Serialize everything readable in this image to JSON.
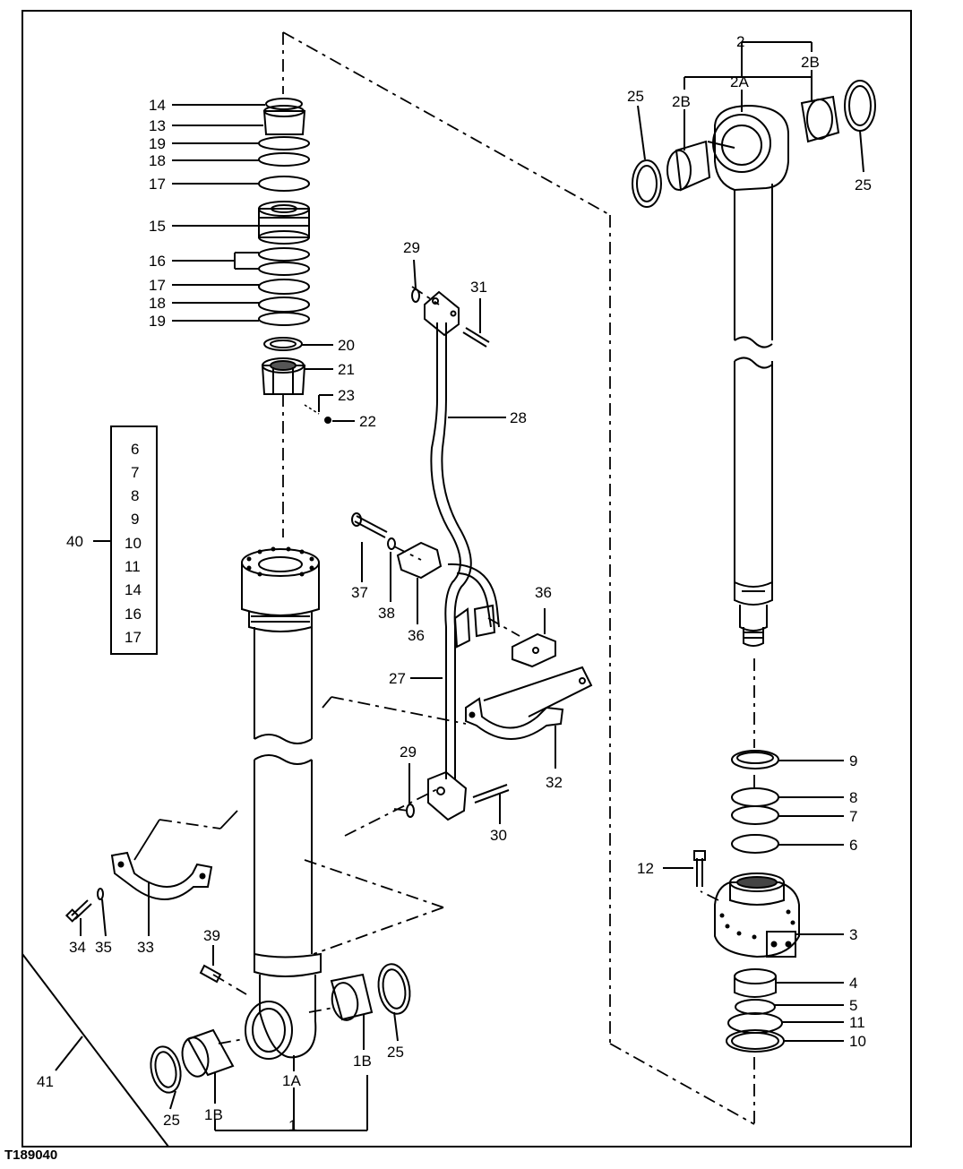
{
  "figure_id": "T189040",
  "kit_box": {
    "callout": "40",
    "items": [
      "6",
      "7",
      "8",
      "9",
      "10",
      "11",
      "14",
      "16",
      "17"
    ]
  },
  "callouts": {
    "c1": "1",
    "c1A": "1A",
    "c1B_left": "1B",
    "c1B_right": "1B",
    "c2": "2",
    "c2A": "2A",
    "c2B_left": "2B",
    "c2B_right": "2B",
    "c3": "3",
    "c4": "4",
    "c5": "5",
    "c6": "6",
    "c7": "7",
    "c8": "8",
    "c9": "9",
    "c10": "10",
    "c11": "11",
    "c12": "12",
    "c13": "13",
    "c14": "14",
    "c15": "15",
    "c16": "16",
    "c17_top": "17",
    "c17_bot": "17",
    "c18_top": "18",
    "c18_bot": "18",
    "c19_top": "19",
    "c19_bot": "19",
    "c20": "20",
    "c21": "21",
    "c22": "22",
    "c23": "23",
    "c25_tl": "25",
    "c25_tr": "25",
    "c25_bl": "25",
    "c25_br": "25",
    "c27": "27",
    "c28": "28",
    "c29_top": "29",
    "c29_bot": "29",
    "c30": "30",
    "c31": "31",
    "c32": "32",
    "c33": "33",
    "c34": "34",
    "c35": "35",
    "c36_left": "36",
    "c36_right": "36",
    "c37": "37",
    "c38": "38",
    "c39": "39",
    "c41": "41"
  }
}
